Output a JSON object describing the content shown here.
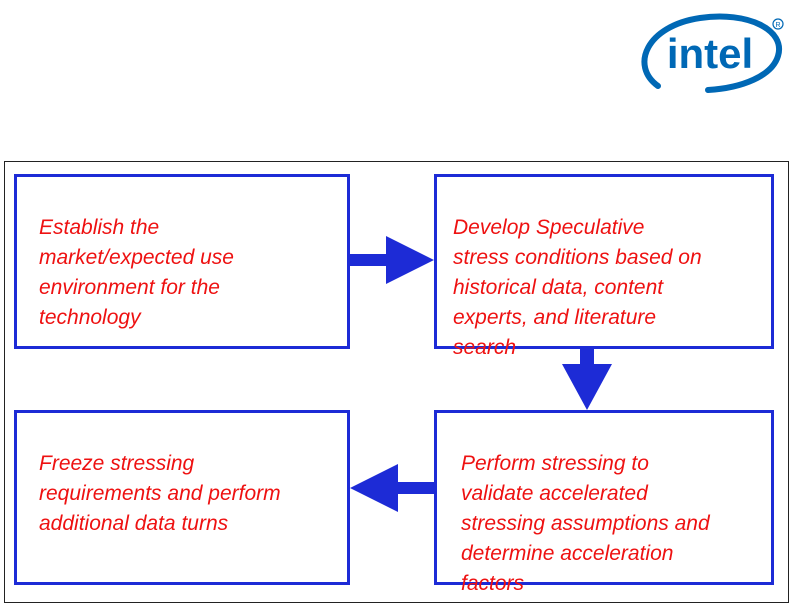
{
  "logo": {
    "text": "intel",
    "color": "#0068b5"
  },
  "flow_colors": {
    "box_border": "#1d2bd6",
    "arrow": "#1d2bd6",
    "text": "#ee1111"
  },
  "steps": [
    {
      "text": "Establish the\nmarket/expected use\nenvironment for the\ntechnology"
    },
    {
      "text": " Develop Speculative\nstress conditions based on\nhistorical data, content\nexperts, and literature\nsearch"
    },
    {
      "text": "Perform stressing to\nvalidate accelerated\nstressing assumptions and\ndetermine acceleration\nfactors"
    },
    {
      "text": "Freeze stressing\nrequirements and perform\nadditional data turns"
    }
  ],
  "arrows": [
    {
      "from": "step-1",
      "to": "step-2",
      "direction": "right"
    },
    {
      "from": "step-2",
      "to": "step-3",
      "direction": "down"
    },
    {
      "from": "step-3",
      "to": "step-4",
      "direction": "left"
    }
  ]
}
